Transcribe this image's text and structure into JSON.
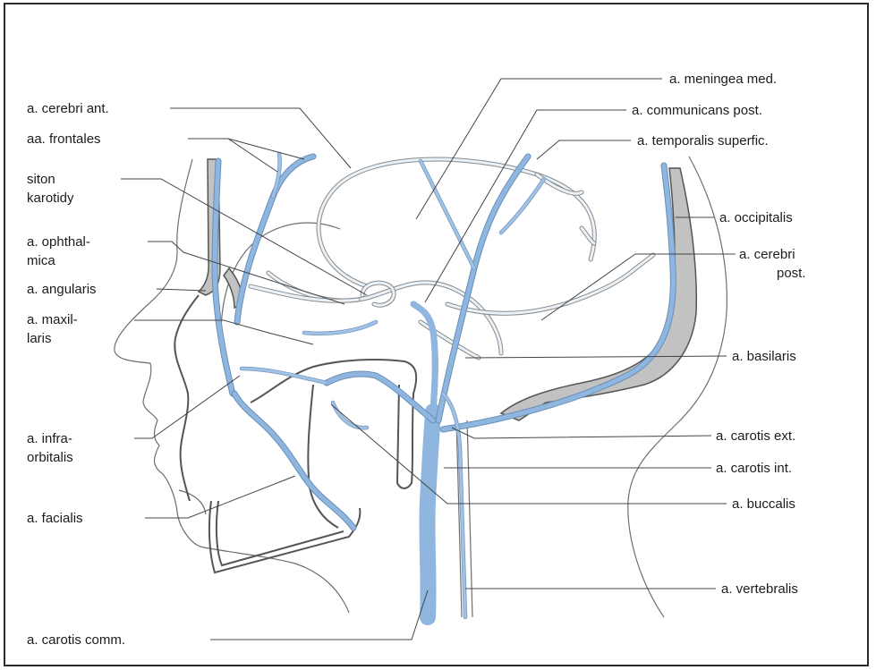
{
  "labels": {
    "left": {
      "cerebri_ant": "a. cerebri ant.",
      "frontales": "aa. frontales",
      "siton_line1": "siton",
      "siton_line2": "karotidy",
      "ophthalmica_line1": "a. ophthal-",
      "ophthalmica_line2": "mica",
      "angularis": "a. angularis",
      "maxillaris_line1": "a. maxil-",
      "maxillaris_line2": "laris",
      "infraorbitalis_line1": "a. infra-",
      "infraorbitalis_line2": "orbitalis",
      "facialis": "a. facialis",
      "carotis_comm": "a. carotis comm."
    },
    "right": {
      "meningea_med": "a. meningea med.",
      "communicans_post": "a. communicans post.",
      "temporalis_superfic": "a. temporalis superfic.",
      "occipitalis": "a. occipitalis",
      "cerebri_post_line1": "a. cerebri",
      "cerebri_post_line2": "post.",
      "basilaris": "a. basilaris",
      "carotis_ext": "a. carotis ext.",
      "carotis_int": "a. carotis int.",
      "buccalis": "a. buccalis",
      "vertebralis": "a. vertebralis"
    }
  },
  "colors": {
    "vessel": "#8fb6de",
    "vessel_edge": "#6a8fb8",
    "bone": "#c2c2c2",
    "outline": "#6e6e6e",
    "frame": "#2a2a2a"
  }
}
